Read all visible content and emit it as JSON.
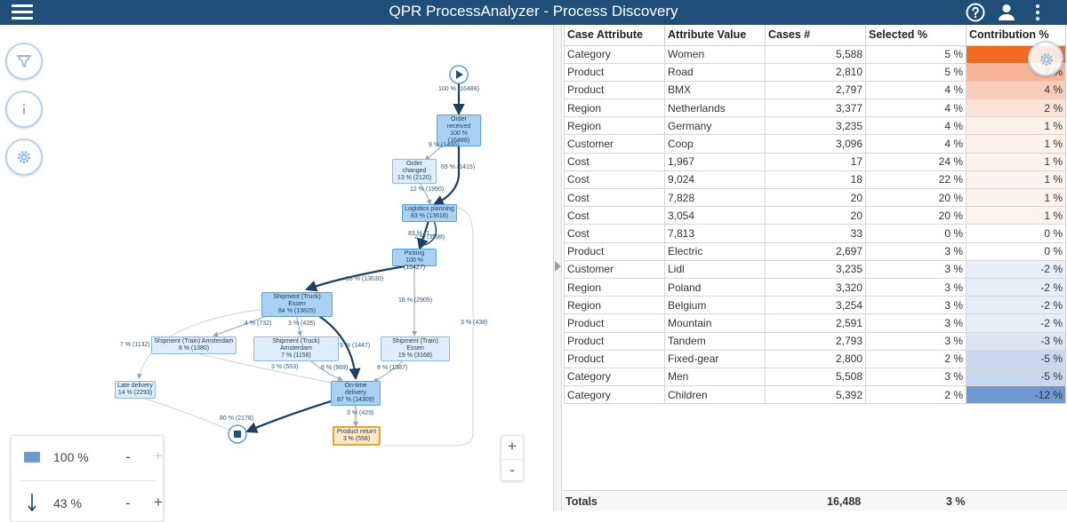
{
  "app": {
    "title": "QPR ProcessAnalyzer - Process Discovery"
  },
  "colors": {
    "topbar": "#1f4e79",
    "node": "#a8d1f2",
    "node_border": "#5e9fd6",
    "return_node_border": "#e6a730"
  },
  "process_map": {
    "nodes": {
      "order_received": {
        "name": "Order received",
        "stats": "100 % (16488)"
      },
      "order_changed": {
        "name": "Order changed",
        "stats": "13 % (2120)"
      },
      "logistics_planning": {
        "name": "Logistics planning",
        "stats": "83 % (13616)"
      },
      "picking": {
        "name": "Picking",
        "stats": "100 % (16427)"
      },
      "shipment_truck_essen": {
        "name": "Shipment (Truck) Essen",
        "stats": "84 % (13825)"
      },
      "shipment_train_amsterdam": {
        "name": "Shipment (Train) Amsterdam",
        "stats": "8 % (1380)"
      },
      "shipment_truck_amsterdam": {
        "name": "Shipment (Truck) Amsterdam",
        "stats": "7 % (1158)"
      },
      "shipment_train_essen": {
        "name": "Shipment (Train) Essen",
        "stats": "19 % (3168)"
      },
      "late_delivery": {
        "name": "Late delivery",
        "stats": "14 % (2293)"
      },
      "on_time_delivery": {
        "name": "On-time delivery",
        "stats": "87 % (14309)"
      },
      "product_return": {
        "name": "Product return",
        "stats": "3 % (558)"
      }
    },
    "edges": {
      "start": "100 % (16488)",
      "received_changed": "9 % (1486)",
      "received_planning": "69 % (1415)",
      "changed_planning": "12 % (1990)",
      "planning_picking_a": "83 % (1...)",
      "planning_picking_b": "2 % (3598)",
      "picking_truck_essen": "83 % (13630)",
      "picking_train_essen": "18 % (2909)",
      "return_loop": "3 % (438)",
      "essen_train_ams": "4 % (732)",
      "essen_truck_ams": "3 % (428)",
      "essen_late": "7 % (1132)",
      "essen_ontime": "9 % (1447)",
      "truck_ams_ontime_a": "3 % (553)",
      "truck_ams_ontime_b": "6 % (969)",
      "train_essen_ontime": "8 % (1387)",
      "ontime_return": "3 % (429)",
      "to_end": "80 % (2178)"
    }
  },
  "zoom_panel": {
    "activities_percent": "100 %",
    "flows_percent": "43 %",
    "minus": "-",
    "plus": "+"
  },
  "zoom_controls": {
    "zoom_in": "+",
    "zoom_out": "-"
  },
  "table": {
    "headers": [
      "Case Attribute",
      "Attribute Value",
      "Cases #",
      "Selected %",
      "Contribution %"
    ],
    "rows": [
      [
        "Category",
        "Women",
        "5,588",
        "5 %",
        "7 %"
      ],
      [
        "Product",
        "Road",
        "2,810",
        "5 %",
        "7 %"
      ],
      [
        "Product",
        "BMX",
        "2,797",
        "4 %",
        "4 %"
      ],
      [
        "Region",
        "Netherlands",
        "3,377",
        "4 %",
        "2 %"
      ],
      [
        "Region",
        "Germany",
        "3,235",
        "4 %",
        "1 %"
      ],
      [
        "Customer",
        "Coop",
        "3,096",
        "4 %",
        "1 %"
      ],
      [
        "Cost",
        "1,967",
        "17",
        "24 %",
        "1 %"
      ],
      [
        "Cost",
        "9,024",
        "18",
        "22 %",
        "1 %"
      ],
      [
        "Cost",
        "7,828",
        "20",
        "20 %",
        "1 %"
      ],
      [
        "Cost",
        "3,054",
        "20",
        "20 %",
        "1 %"
      ],
      [
        "Cost",
        "7,813",
        "33",
        "0 %",
        "0 %"
      ],
      [
        "Product",
        "Electric",
        "2,697",
        "3 %",
        "0 %"
      ],
      [
        "Customer",
        "Lidl",
        "3,235",
        "3 %",
        "-2 %"
      ],
      [
        "Region",
        "Poland",
        "3,320",
        "3 %",
        "-2 %"
      ],
      [
        "Region",
        "Belgium",
        "3,254",
        "3 %",
        "-2 %"
      ],
      [
        "Product",
        "Mountain",
        "2,591",
        "3 %",
        "-2 %"
      ],
      [
        "Product",
        "Tandem",
        "2,793",
        "3 %",
        "-3 %"
      ],
      [
        "Product",
        "Fixed-gear",
        "2,800",
        "2 %",
        "-5 %"
      ],
      [
        "Category",
        "Men",
        "5,508",
        "3 %",
        "-5 %"
      ],
      [
        "Category",
        "Children",
        "5,392",
        "2 %",
        "-12 %"
      ]
    ],
    "contribution_colors": [
      "#f06a21",
      "#f7b59a",
      "#f9cdb9",
      "#fbe3d7",
      "#fdf1ea",
      "#fdf1ea",
      "#fdf3ee",
      "#fdf3ee",
      "#fdf3ee",
      "#fdf3ee",
      "#ffffff",
      "#ffffff",
      "#e8eef8",
      "#e8eef8",
      "#e8eef8",
      "#e8eef8",
      "#dbe5f4",
      "#c9d8ef",
      "#c9d8ef",
      "#6f97d1"
    ]
  },
  "totals": {
    "label": "Totals",
    "cases": "16,488",
    "selected": "3 %"
  }
}
